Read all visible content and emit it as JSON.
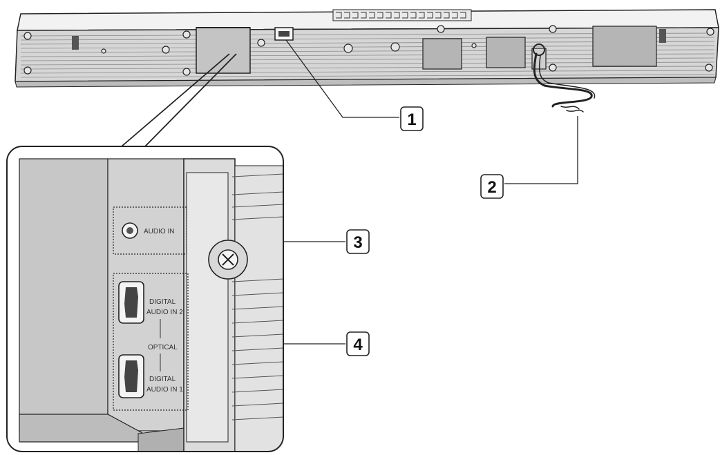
{
  "callouts": [
    {
      "number": "1"
    },
    {
      "number": "2"
    },
    {
      "number": "3"
    },
    {
      "number": "4"
    }
  ],
  "ports": {
    "audio_in": "AUDIO IN",
    "digital_2_line1": "DIGITAL",
    "digital_2_line2": "AUDIO IN 2",
    "optical": "OPTICAL",
    "digital_1_line1": "DIGITAL",
    "digital_1_line2": "AUDIO IN 1"
  },
  "colors": {
    "bar_body": "#d9d9d9",
    "bar_dark": "#8a8a8a",
    "panel_gray": "#cfcfcf",
    "outline": "#222222"
  }
}
